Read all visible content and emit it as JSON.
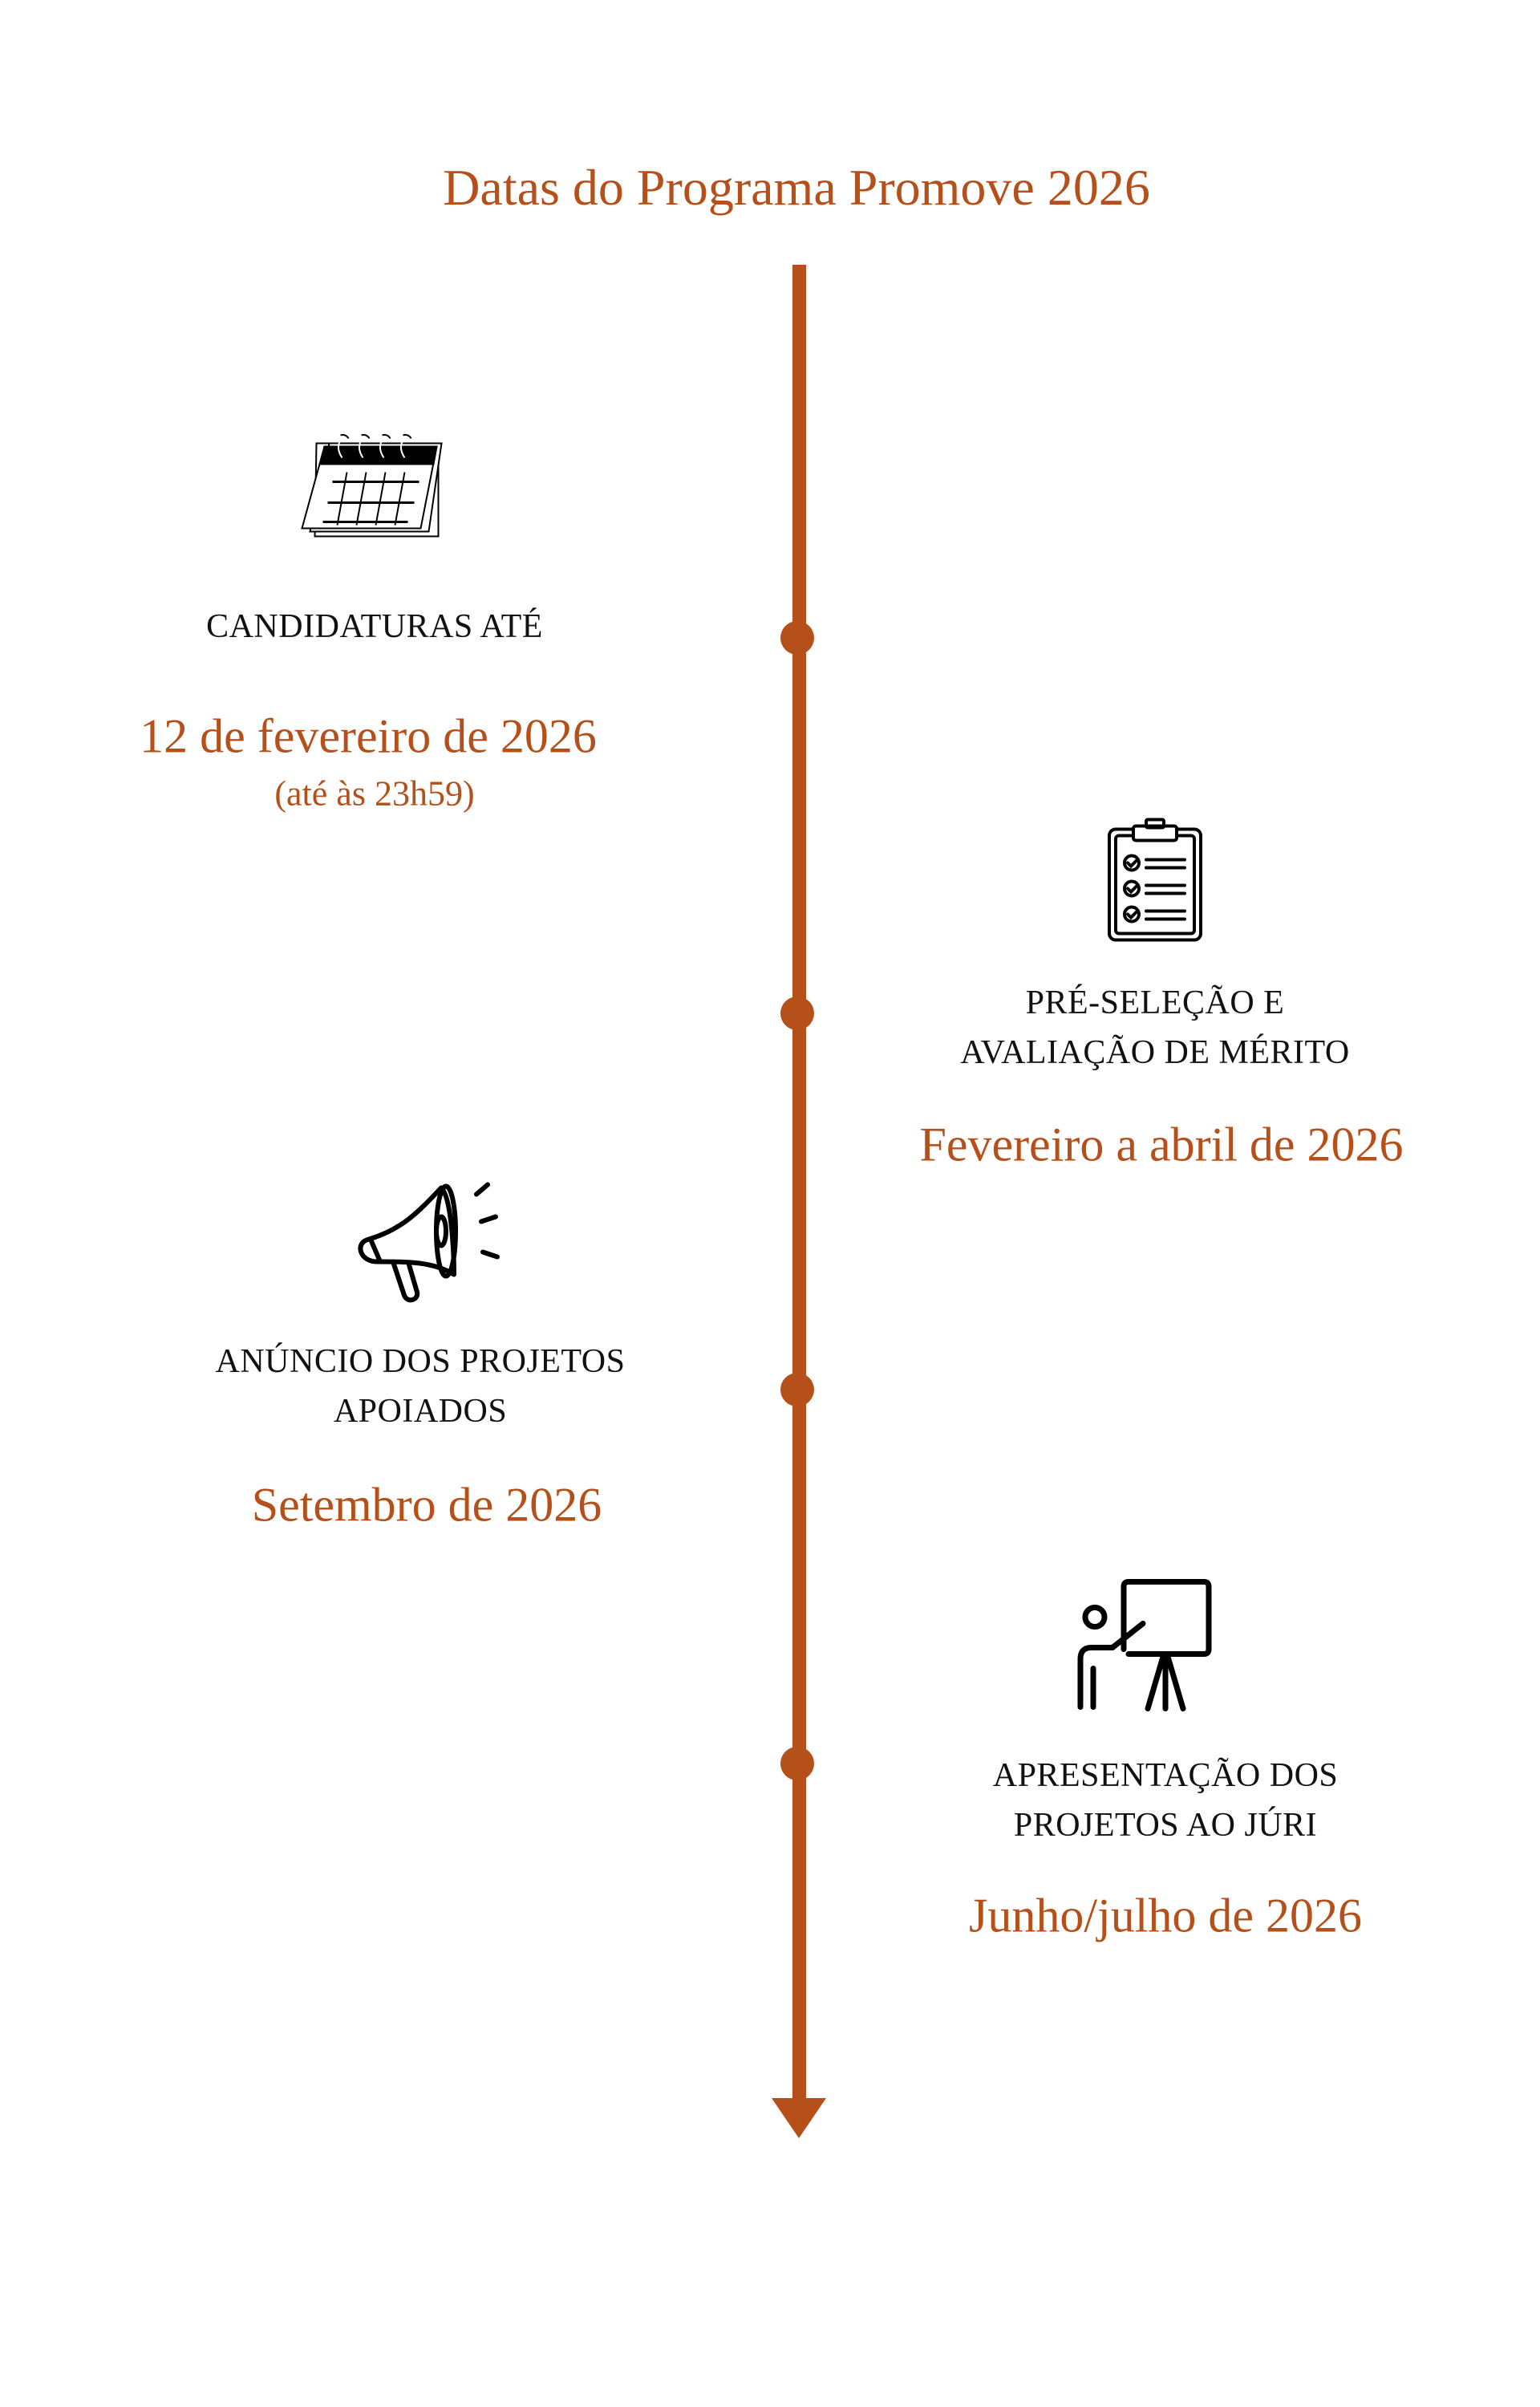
{
  "title": "Datas do Programa Promove 2026",
  "accent_color": "#B5501A",
  "milestones": [
    {
      "icon": "calendar-icon",
      "label_lines": [
        "CANDIDATURAS ATÉ"
      ],
      "date": "12 de fevereiro de 2026",
      "note": "(até às 23h59)"
    },
    {
      "icon": "clipboard-checklist-icon",
      "label_lines": [
        "PRÉ-SELEÇÃO E",
        "AVALIAÇÃO DE MÉRITO"
      ],
      "date": "Fevereiro a abril de 2026"
    },
    {
      "icon": "megaphone-icon",
      "label_lines": [
        "ANÚNCIO DOS PROJETOS",
        "APOIADOS"
      ],
      "date": "Setembro de 2026"
    },
    {
      "icon": "presenter-board-icon",
      "label_lines": [
        "APRESENTAÇÃO DOS",
        "PROJETOS AO JÚRI"
      ],
      "date": "Junho/julho de 2026"
    }
  ]
}
